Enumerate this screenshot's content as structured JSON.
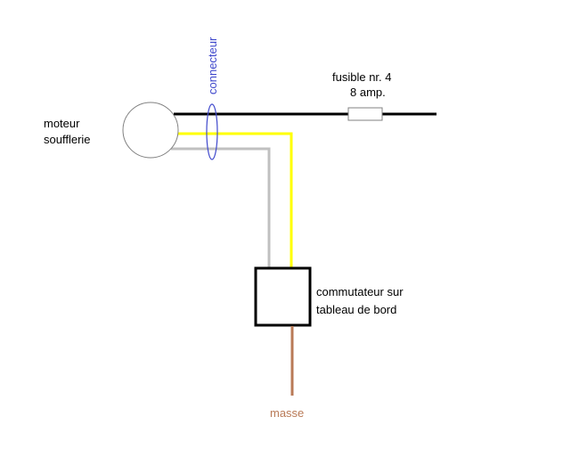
{
  "labels": {
    "motor_line1": "moteur",
    "motor_line2": "soufflerie",
    "connector": "connecteur",
    "fuse_line1": "fusible nr. 4",
    "fuse_line2": "8 amp.",
    "switch_line1": "commutateur sur",
    "switch_line2": "tableau de bord",
    "ground": "masse"
  },
  "colors": {
    "black_wire": "#000000",
    "yellow_wire": "#ffff00",
    "gray_wire": "#c0c0c0",
    "brown_wire": "#b97a57",
    "connector": "#3f48cc",
    "motor_outline": "#808080",
    "fuse_outline": "#808080",
    "switch_outline": "#000000"
  }
}
